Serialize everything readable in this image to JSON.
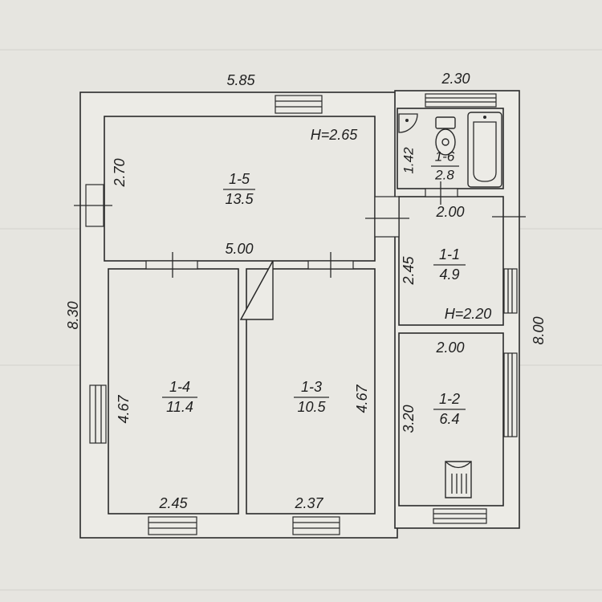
{
  "dimensions": {
    "top_left": "5.85",
    "top_right": "2.30",
    "left_total": "8.30",
    "right_total": "8.00",
    "room15_left": "2.70",
    "room15_bottom": "5.00",
    "room14_height": "4.67",
    "room14_bottom": "2.45",
    "room13_height": "4.67",
    "room13_bottom": "2.37",
    "room16_height": "1.42",
    "room11_width": "2.00",
    "room11_height": "2.45",
    "room12_width": "2.00",
    "room12_height": "3.20"
  },
  "heights": {
    "main": "H=2.65",
    "annex": "H=2.20"
  },
  "rooms": [
    {
      "id": "1-5",
      "area": "13.5"
    },
    {
      "id": "1-6",
      "area": "2.8"
    },
    {
      "id": "1-1",
      "area": "4.9"
    },
    {
      "id": "1-4",
      "area": "11.4"
    },
    {
      "id": "1-3",
      "area": "10.5"
    },
    {
      "id": "1-2",
      "area": "6.4"
    }
  ],
  "icons": {
    "toilet": "toilet-icon",
    "bathtub": "bathtub-icon",
    "sink": "sink-icon",
    "stove": "stove-icon",
    "door_swing": "door-swing-icon"
  },
  "colors": {
    "paper": "#e6e5e0",
    "ink": "#2a2a2a"
  }
}
